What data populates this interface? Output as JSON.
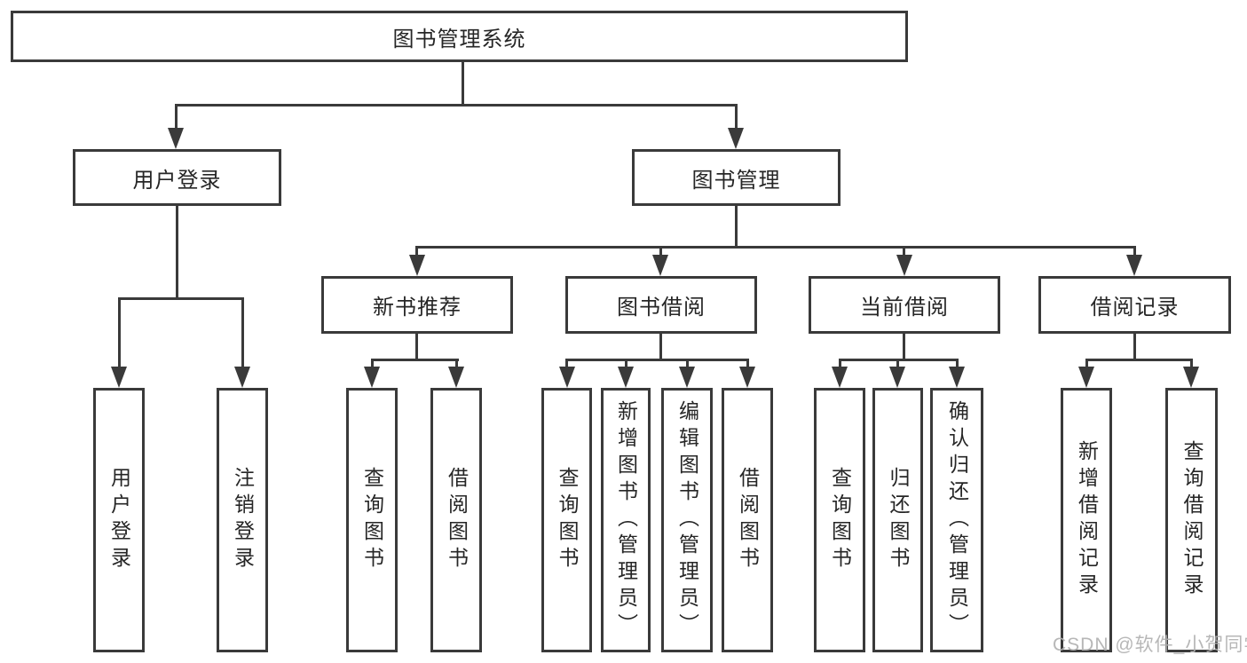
{
  "diagram": {
    "root": {
      "label": "图书管理系统"
    },
    "level2": [
      {
        "label": "用户登录",
        "children": [
          {
            "label": "用户登录"
          },
          {
            "label": "注销登录"
          }
        ]
      },
      {
        "label": "图书管理",
        "children": [
          {
            "label": "新书推荐",
            "children": [
              {
                "label": "查询图书"
              },
              {
                "label": "借阅图书"
              }
            ]
          },
          {
            "label": "图书借阅",
            "children": [
              {
                "label": "查询图书"
              },
              {
                "label": "新增图书（管理员）"
              },
              {
                "label": "编辑图书（管理员）"
              },
              {
                "label": "借阅图书"
              }
            ]
          },
          {
            "label": "当前借阅",
            "children": [
              {
                "label": "查询图书"
              },
              {
                "label": "归还图书"
              },
              {
                "label": "确认归还（管理员）"
              }
            ]
          },
          {
            "label": "借阅记录",
            "children": [
              {
                "label": "新增借阅记录"
              },
              {
                "label": "查询借阅记录"
              }
            ]
          }
        ]
      }
    ]
  },
  "watermark": {
    "text": "CSDN @软件_小贺同学"
  },
  "colors": {
    "line": "#3a3a3a",
    "text": "#262626",
    "watermark": "#b1b1b1",
    "background": "#ffffff"
  }
}
